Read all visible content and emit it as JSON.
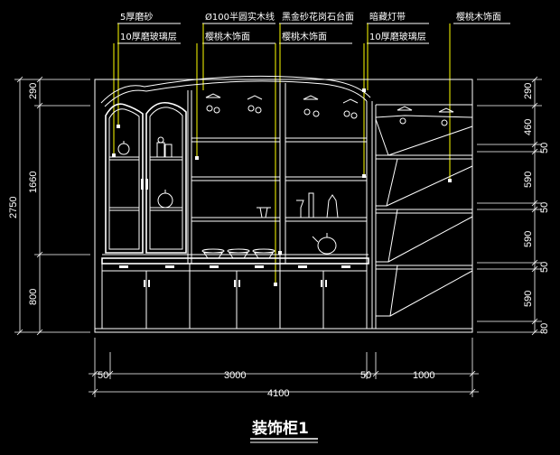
{
  "title": "装饰柜1",
  "annotations": {
    "a1": "5厚磨砂",
    "a2": "10厚磨玻璃层",
    "a3": "Ø100半圆实木线",
    "a4": "樱桃木饰面",
    "a5": "黑金砂花岗石台面",
    "a6": "樱桃木饰面",
    "a7": "暗藏灯带",
    "a8": "10厚磨玻璃层",
    "a9": "樱桃木饰面"
  },
  "dims_left": {
    "d290": "290",
    "d1660": "1660",
    "d800": "800",
    "d2750": "2750"
  },
  "dims_right": {
    "r290": "290",
    "r460": "460",
    "r590a": "590",
    "r590b": "590",
    "r590c": "590",
    "r80": "80",
    "r50a": "50",
    "r50b": "50",
    "r50c": "50"
  },
  "dims_bottom": {
    "b50a": "50",
    "b3000": "3000",
    "b50b": "50",
    "b1000": "1000",
    "b4100": "4100"
  },
  "colors": {
    "line": "#ffffff",
    "leader": "#ffff00",
    "background": "#000000"
  }
}
